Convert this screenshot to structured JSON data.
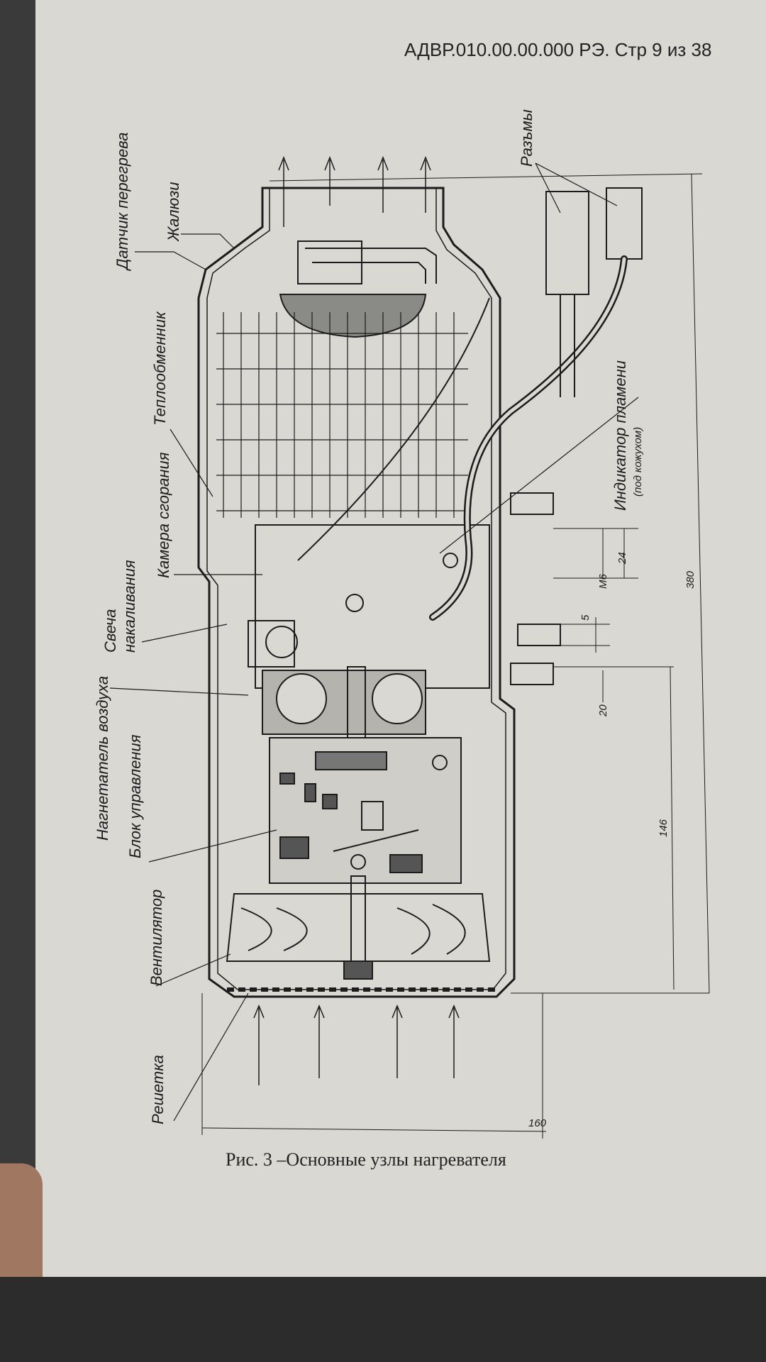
{
  "document": {
    "header": "АДВР.010.00.00.000  РЭ.  Стр 9 из 38",
    "caption": "Рис. 3 –Основные узлы нагревателя"
  },
  "labels": {
    "overheat_sensor": "Датчик перегрева",
    "louvers": "Жалюзи",
    "heat_exchanger": "Теплообменник",
    "combustion_chamber": "Камера сгорания",
    "glow_plug_line1": "Свеча",
    "glow_plug_line2": "накаливания",
    "air_blower": "Нагнетатель воздуха",
    "control_unit": "Блок управления",
    "fan": "Вентилятор",
    "grille": "Решетка",
    "connectors": "Разъмы",
    "flame_indicator_line1": "Индикатор пламени",
    "flame_indicator_line2": "(под кожухом)"
  },
  "dimensions": {
    "d380": "380",
    "d146": "146",
    "d160": "160",
    "d20": "20",
    "d24": "24",
    "dM6": "M6",
    "d5": "5"
  },
  "colors": {
    "paper": "#d9d8d2",
    "ink": "#1c1c1c"
  }
}
